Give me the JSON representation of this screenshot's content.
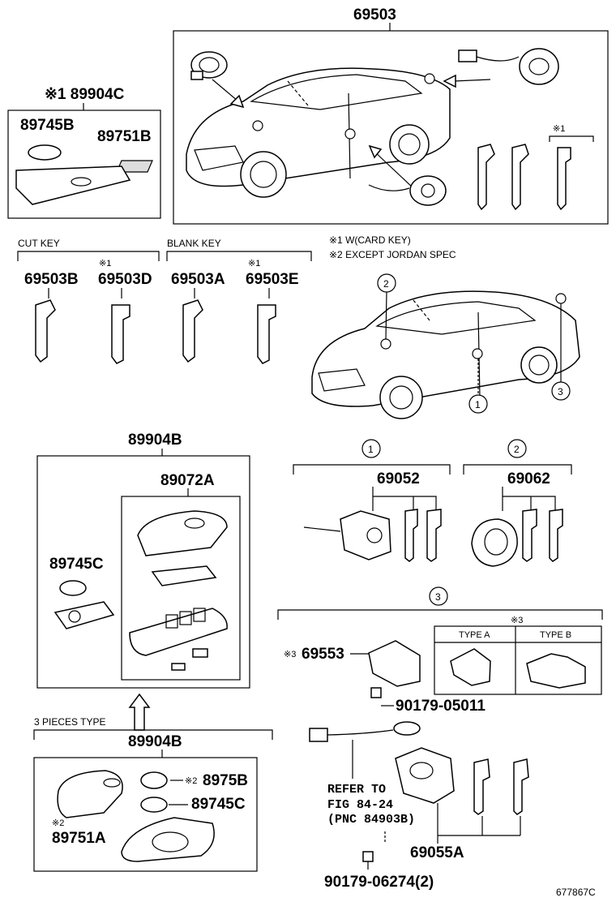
{
  "labels": {
    "main_assy": "69503",
    "card_kit": "※1 89904C",
    "card_kit_prefix": "※1",
    "card_kit_num": "89904C",
    "card_battery": "89745B",
    "card_label": "89751B",
    "card_key_mark": "※1",
    "cut_key_title": "CUT KEY",
    "blank_key_title": "BLANK KEY",
    "note1": "※1 W(CARD KEY)",
    "note2": "※2 EXCEPT JORDAN SPEC",
    "key_b": "69503B",
    "key_d": "69503D",
    "key_a": "69503A",
    "key_e": "69503E",
    "mark1": "※1",
    "transmitter_kit": "89904B",
    "transmitter_case": "89072A",
    "transmitter_battery": "89745C",
    "circ1": "1",
    "circ2": "2",
    "circ3": "3",
    "door_lock": "69052",
    "trunk_lock": "69062",
    "mark3": "※3",
    "type_a": "TYPE A",
    "type_b": "TYPE B",
    "cover_prefix": "※3",
    "cover": "69553",
    "screw1": "90179-05011",
    "three_pieces": "3 PIECES TYPE",
    "kit2": "89904B",
    "mark2_prefix": "※2",
    "transmitter_sub": "8975B",
    "battery2": "89745C",
    "label2_prefix": "※2",
    "label2": "89751A",
    "refer1": "REFER TO",
    "refer2": "FIG 84-24",
    "refer3": "(PNC 84903B)",
    "cylinder": "69055A",
    "screw2": "90179-06274(2)",
    "figure_no": "677867C"
  }
}
